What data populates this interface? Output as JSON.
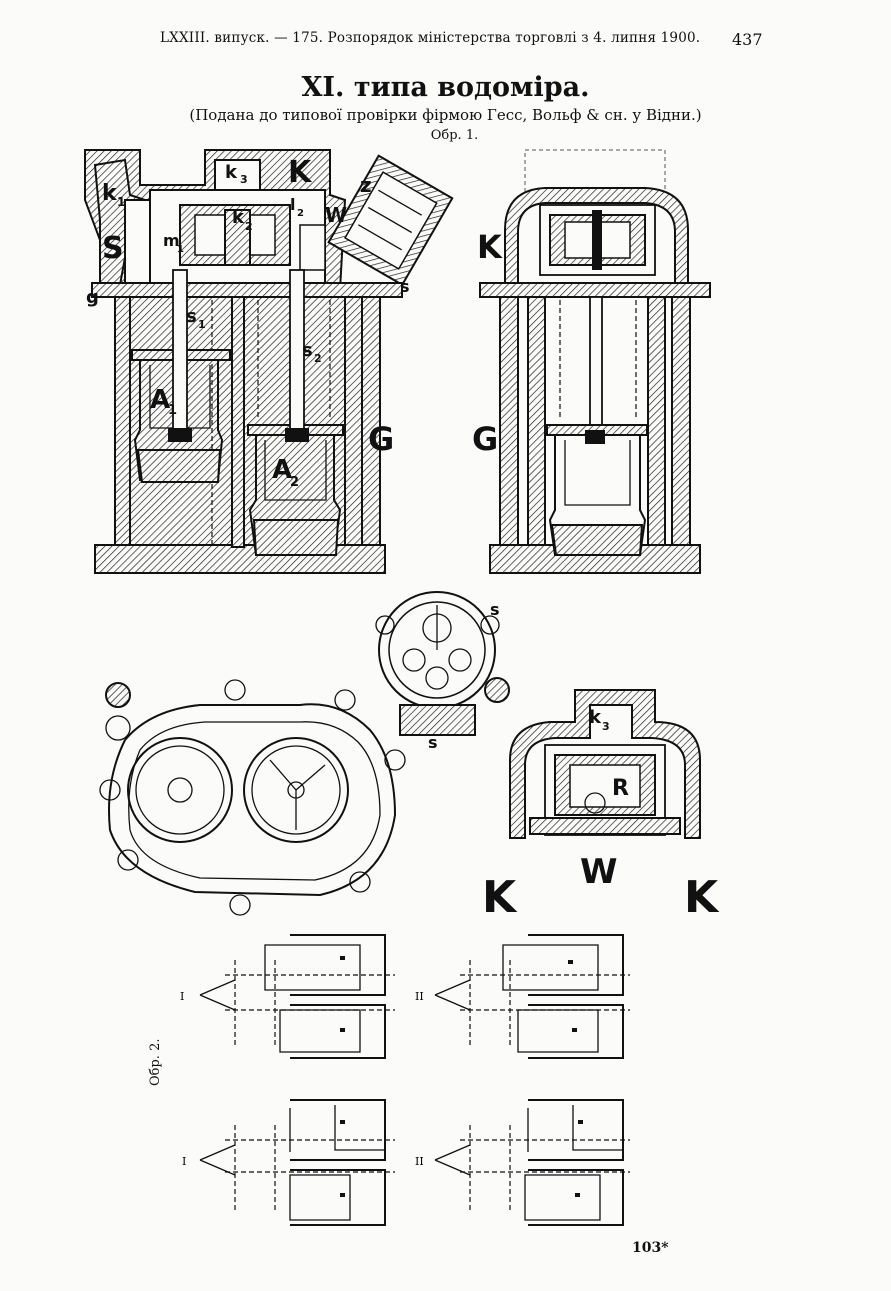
{
  "header": {
    "running_head": "LXXIII. випуск. — 175. Розпорядок міністерства торговлі з 4. липня 1900.",
    "page_number": "437"
  },
  "title": "XI. типа водоміра.",
  "subtitle": "(Подана до типової провірки фірмою Гесс, Вольф & сн. у Відни.)",
  "figure1_label": "Обр. 1.",
  "figure2_label": "Обр. 2.",
  "footer_number": "103*",
  "labels": {
    "K": "K",
    "G": "G",
    "S": "S",
    "W": "W",
    "R": "R",
    "s": "s",
    "g": "g",
    "k": "k",
    "z": "z",
    "m": "m",
    "l": "l",
    "A": "A",
    "k1": "1",
    "k2": "2",
    "k3": "3",
    "A1": "1",
    "A2": "2",
    "s1": "1",
    "s2": "2",
    "I": "I",
    "II": "II"
  }
}
